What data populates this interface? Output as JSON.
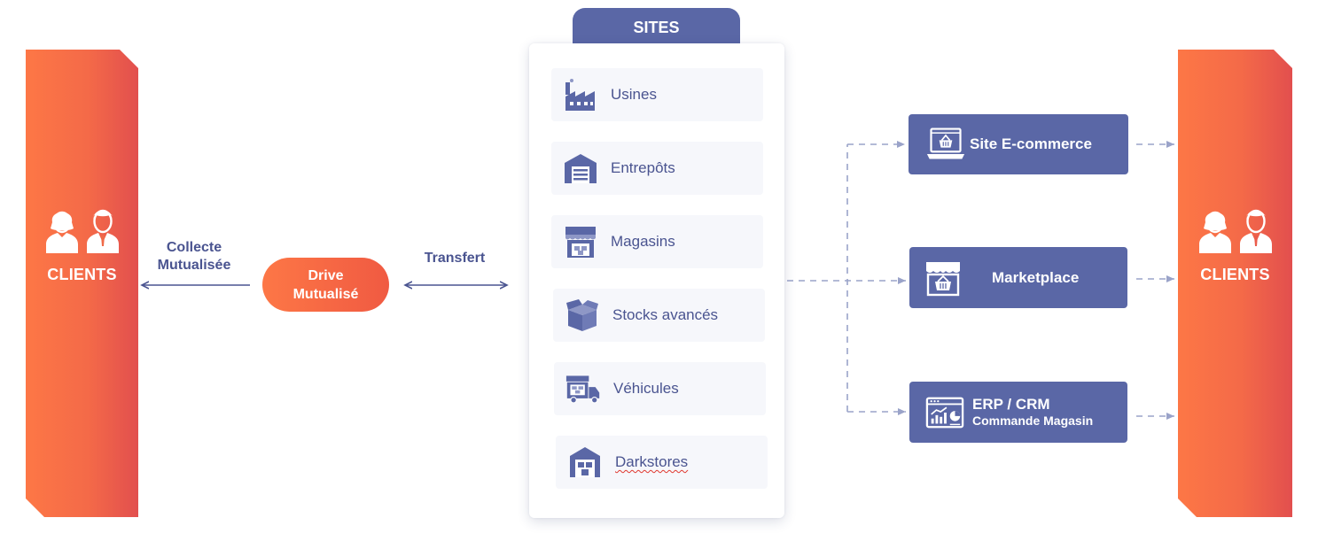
{
  "clients": {
    "left_label": "CLIENTS",
    "right_label": "CLIENTS"
  },
  "collecte": {
    "line1": "Collecte",
    "line2": "Mutualisée"
  },
  "drive": {
    "line1": "Drive",
    "line2": "Mutualisé"
  },
  "transfert": "Transfert",
  "sites": {
    "title": "SITES",
    "items": [
      {
        "label": "Usines",
        "icon": "factory-icon"
      },
      {
        "label": "Entrepôts",
        "icon": "warehouse-icon"
      },
      {
        "label": "Magasins",
        "icon": "store-icon"
      },
      {
        "label": "Stocks avancés",
        "icon": "open-box-icon"
      },
      {
        "label": "Véhicules",
        "icon": "delivery-truck-icon"
      },
      {
        "label": "Darkstores",
        "icon": "darkstore-icon"
      }
    ]
  },
  "channels": {
    "ecommerce": {
      "label": "Site E-commerce",
      "icon": "laptop-basket-icon"
    },
    "marketplace": {
      "label": "Marketplace",
      "icon": "marketplace-store-icon"
    },
    "erp": {
      "line1": "ERP / CRM",
      "line2": "Commande Magasin",
      "icon": "dashboard-chart-icon"
    }
  },
  "colors": {
    "orange": "#fd7746",
    "red": "#e24f4e",
    "indigo": "#5a67a6",
    "text": "#4a5490",
    "line": "#9aa3c9"
  }
}
